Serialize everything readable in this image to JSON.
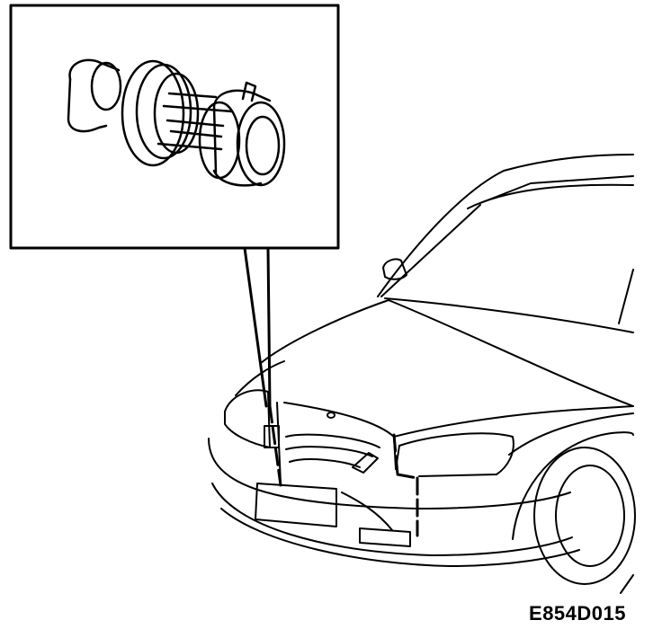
{
  "figure": {
    "code": "E854D015",
    "ink_color": "#000000",
    "background_color": "#ffffff"
  },
  "callout": {
    "subject": "bulb-socket-connector",
    "target": "front-indicator-lamp-left"
  }
}
